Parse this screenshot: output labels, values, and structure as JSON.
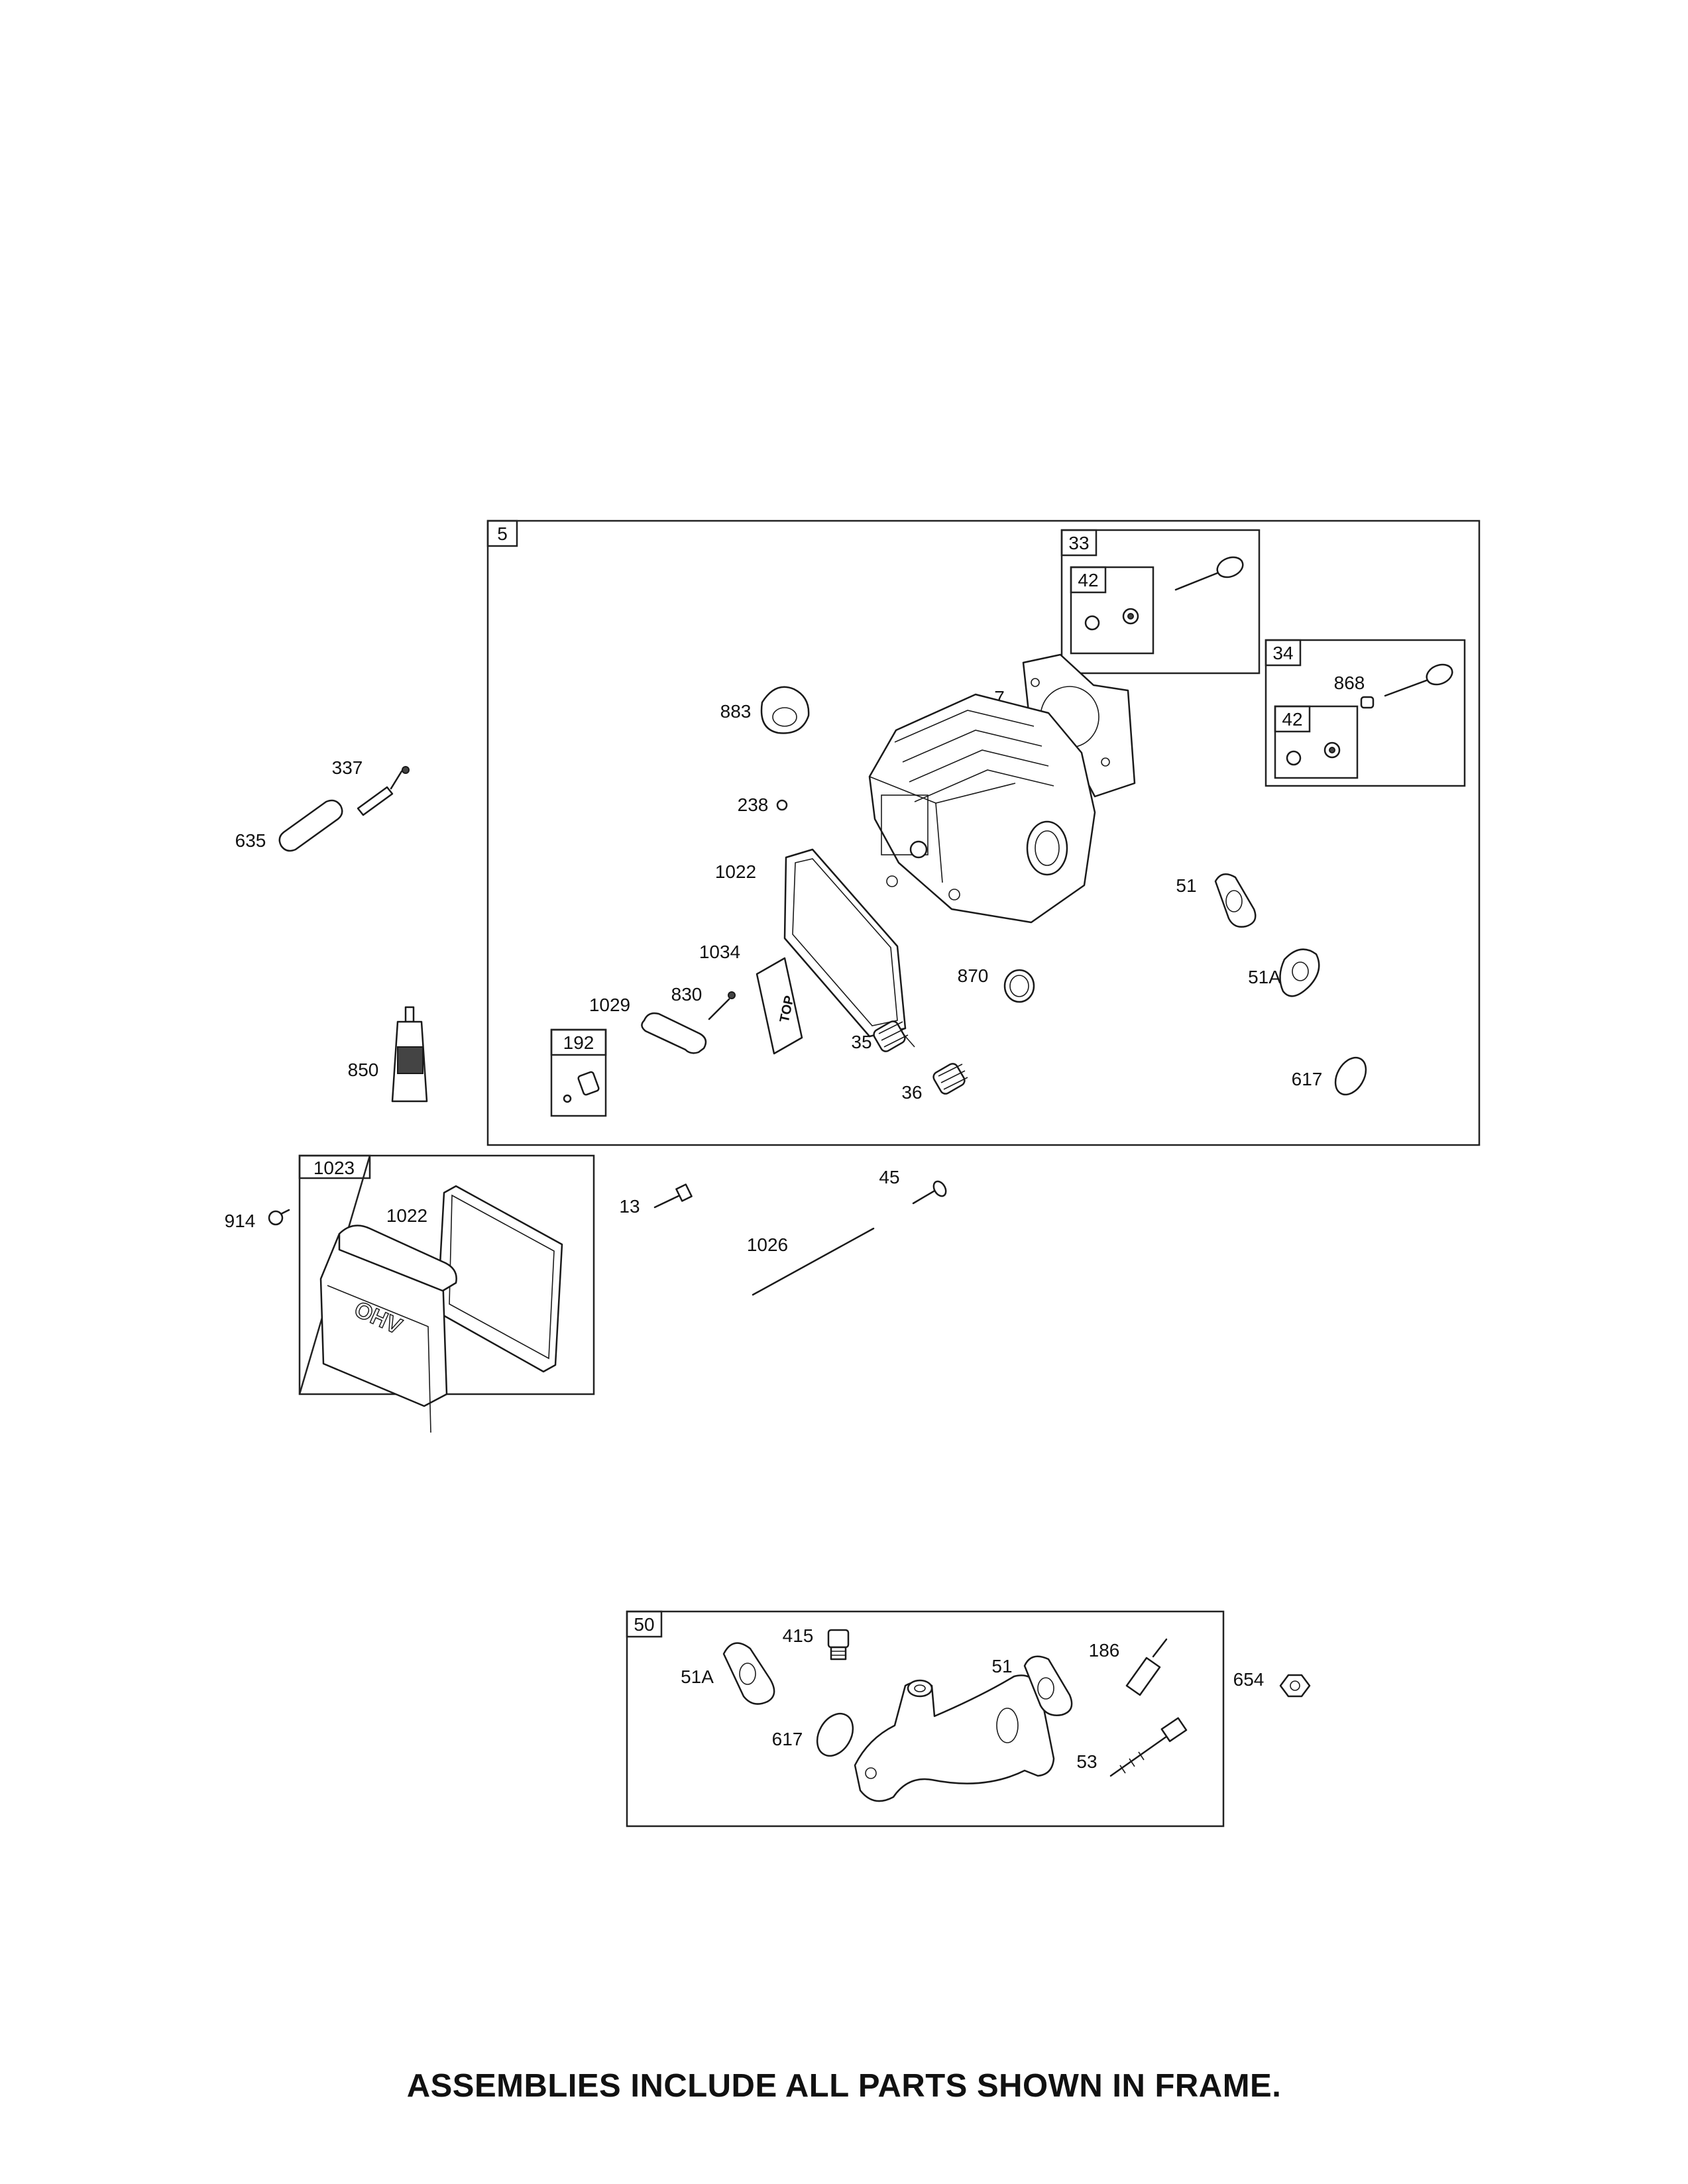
{
  "frames": {
    "f5": "5",
    "f33": "33",
    "f42a": "42",
    "f34": "34",
    "f42b": "42",
    "f192": "192",
    "f1023": "1023",
    "f50": "50"
  },
  "labels": {
    "p337": "337",
    "p635": "635",
    "p850": "850",
    "p883": "883",
    "p7": "7",
    "p238": "238",
    "p1022a": "1022",
    "p1034": "1034",
    "p830": "830",
    "p1029": "1029",
    "p35": "35",
    "p36": "36",
    "p870": "870",
    "p51a": "51",
    "p51Aa": "51A",
    "p617a": "617",
    "p868": "868",
    "p914": "914",
    "p1022b": "1022",
    "p13": "13",
    "p45": "45",
    "p1026": "1026",
    "p51Ab": "51A",
    "p415": "415",
    "p617b": "617",
    "p51b": "51",
    "p186": "186",
    "p53": "53",
    "p654": "654"
  },
  "stamps": {
    "top": "TOP",
    "ohv": "OHV"
  },
  "footer": "ASSEMBLIES INCLUDE ALL PARTS SHOWN IN FRAME."
}
